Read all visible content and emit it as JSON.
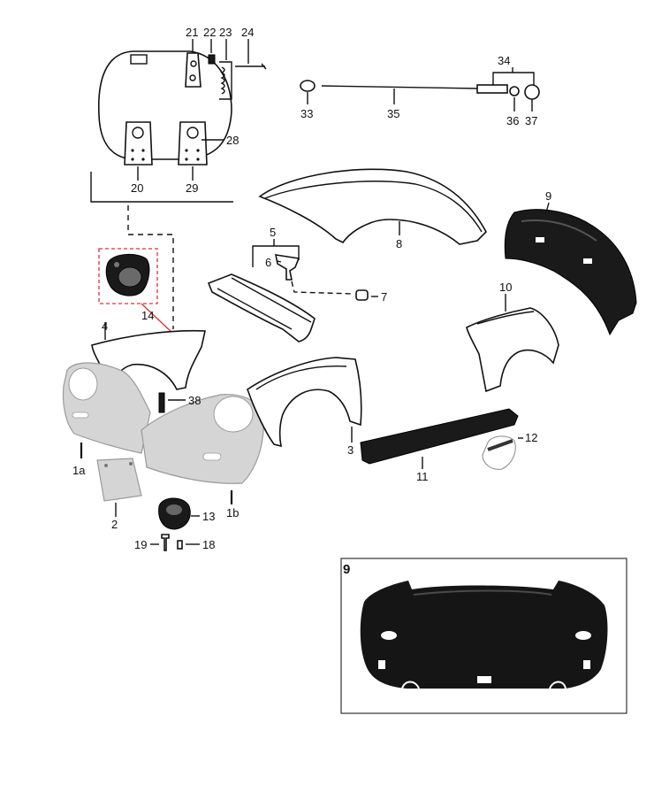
{
  "parts": {
    "p1a": "1a",
    "p1b": "1b",
    "p2": "2",
    "p3": "3",
    "p4": "4",
    "p5": "5",
    "p6": "6",
    "p7": "7",
    "p8": "8",
    "p9": "9",
    "p10": "10",
    "p11": "11",
    "p12": "12",
    "p13": "13",
    "p14": "14",
    "p18": "18",
    "p19": "19",
    "p20": "20",
    "p21": "21",
    "p22": "22",
    "p23": "23",
    "p24": "24",
    "p28": "28",
    "p29": "29",
    "p33": "33",
    "p34": "34",
    "p35": "35",
    "p36": "36",
    "p37": "37",
    "p38": "38"
  },
  "inset": {
    "label": "9"
  },
  "colors": {
    "highlight": "#e03030",
    "metal": "#d5d5d5",
    "dark_panel": "#1a1a1a"
  }
}
